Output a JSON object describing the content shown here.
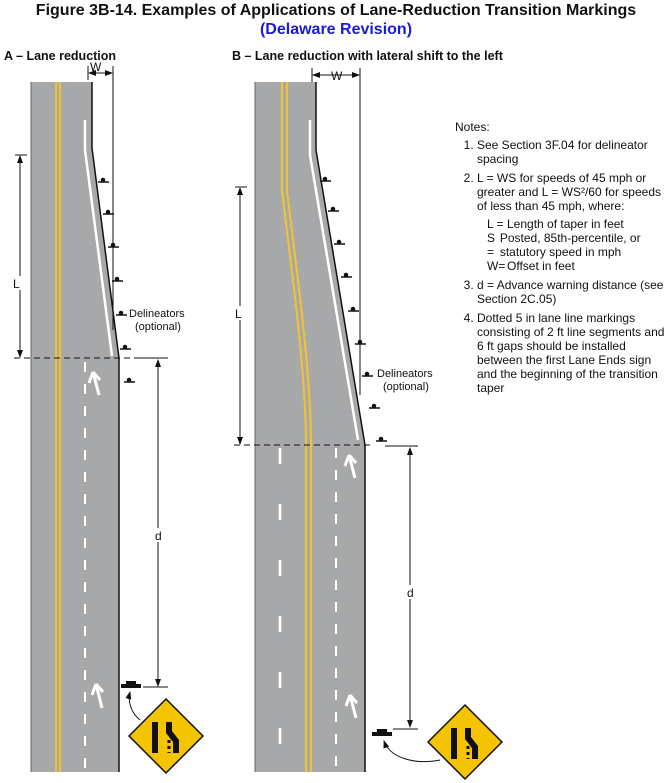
{
  "title": "Figure 3B-14.  Examples of Applications of Lane-Reduction Transition Markings",
  "subtitle": "(Delaware Revision)",
  "panel_a": {
    "label": "A – Lane reduction",
    "w": "W",
    "l": "L",
    "d": "d",
    "delineators": "Delineators",
    "optional": "(optional)"
  },
  "panel_b": {
    "label": "B – Lane reduction with lateral shift to the left",
    "w": "W",
    "l": "L",
    "d": "d",
    "delineators": "Delineators",
    "optional": "(optional)"
  },
  "notes": {
    "heading": "Notes:",
    "items": [
      "See Section 3F.04 for delineator spacing",
      "L = WS for speeds of 45 mph or greater and L = WS²/60 for speeds of less than 45 mph, where:",
      "d = Advance warning distance (see Section 2C.05)",
      "Dotted 5 in lane line markings consisting of 2 ft line segments and 6 ft gaps should be installed between the first Lane Ends sign and the beginning of the transition taper"
    ],
    "definitions": [
      {
        "k": "L =",
        "v": "Length of taper in feet"
      },
      {
        "k": "S =",
        "v": "Posted, 85th-percentile, or statutory speed in mph"
      },
      {
        "k": "W=",
        "v": "Offset in feet"
      }
    ]
  },
  "colors": {
    "road": "#a7a8aa",
    "yellow": "#f2c230",
    "sign": "#f5c400",
    "title_blue": "#1a1adc"
  }
}
